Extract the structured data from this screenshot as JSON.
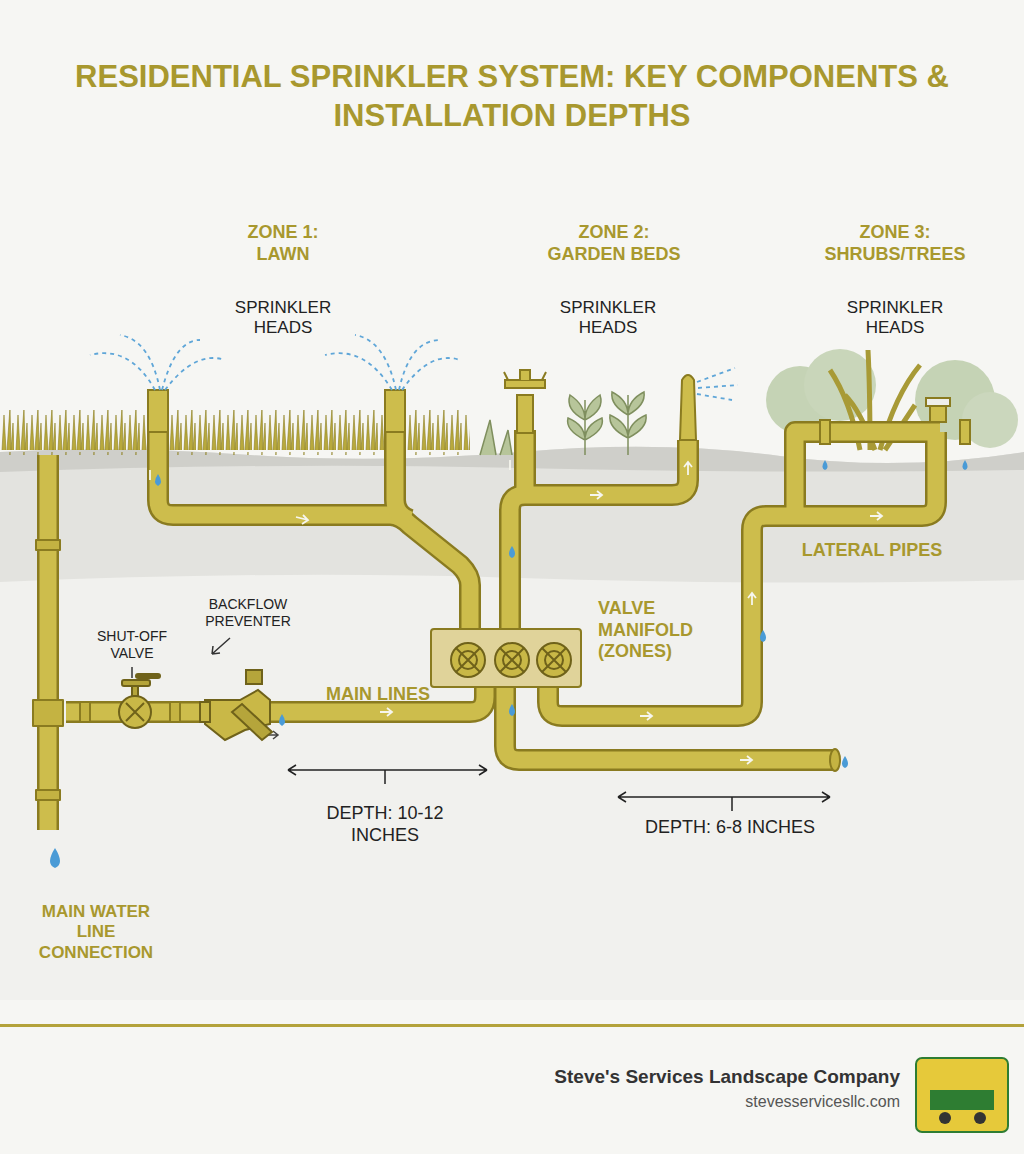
{
  "diagram": {
    "title": "RESIDENTIAL SPRINKLER SYSTEM: KEY COMPONENTS & INSTALLATION DEPTHS",
    "nodes": [
      {
        "text": [
          "VALVE MANIFOLD (ZONES)"
        ]
      }
    ],
    "labels": [
      "ZONE 1: LAWN",
      "ZONE 2: GARDEN BEDS",
      "ZONE 3: SHRUBS/TREES",
      "SPRINKLER HEADS",
      "SPRINKLER HEADS",
      "SPRINKLER HEADS",
      "SHUT-OFF VALVE",
      "BACKFLOW PREVENTER",
      "MAIN LINES",
      "LATERAL PIPES",
      "DEPTH: 10-12 INCHES",
      "DEPTH: 6-8 INCHES",
      "MAIN WATER LINE CONNECTION",
      "Steve's Services Landscape Company",
      "stevesservicesllc.com"
    ]
  }
}
